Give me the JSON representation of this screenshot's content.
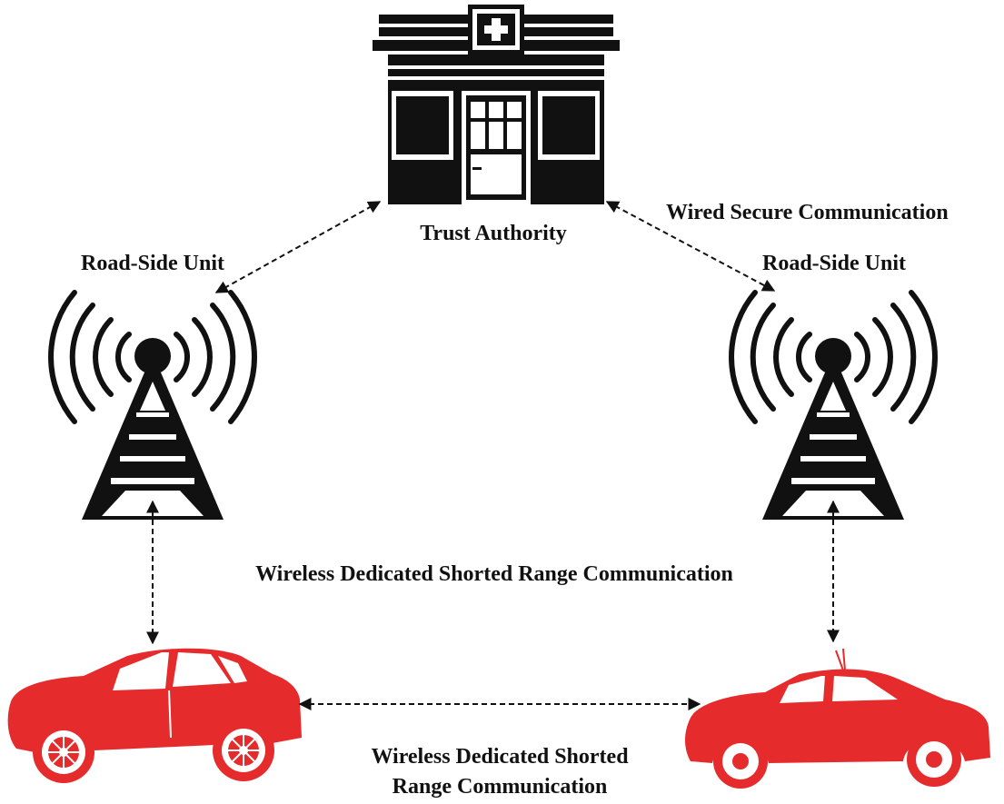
{
  "labels": {
    "trust_authority": "Trust Authority",
    "rsu_left": "Road-Side Unit",
    "rsu_right": "Road-Side Unit",
    "wired": "Wired Secure Communication",
    "wireless_middle": "Wireless Dedicated Shorted Range Communication",
    "wireless_bottom_line1": "Wireless Dedicated Shorted",
    "wireless_bottom_line2": "Range Communication"
  },
  "colors": {
    "ink": "#111111",
    "car": "#e52b2b",
    "background": "#ffffff"
  },
  "icons": {
    "trust_authority": "hospital-building-icon",
    "rsu": "radio-tower-icon",
    "vehicle": "car-icon"
  }
}
